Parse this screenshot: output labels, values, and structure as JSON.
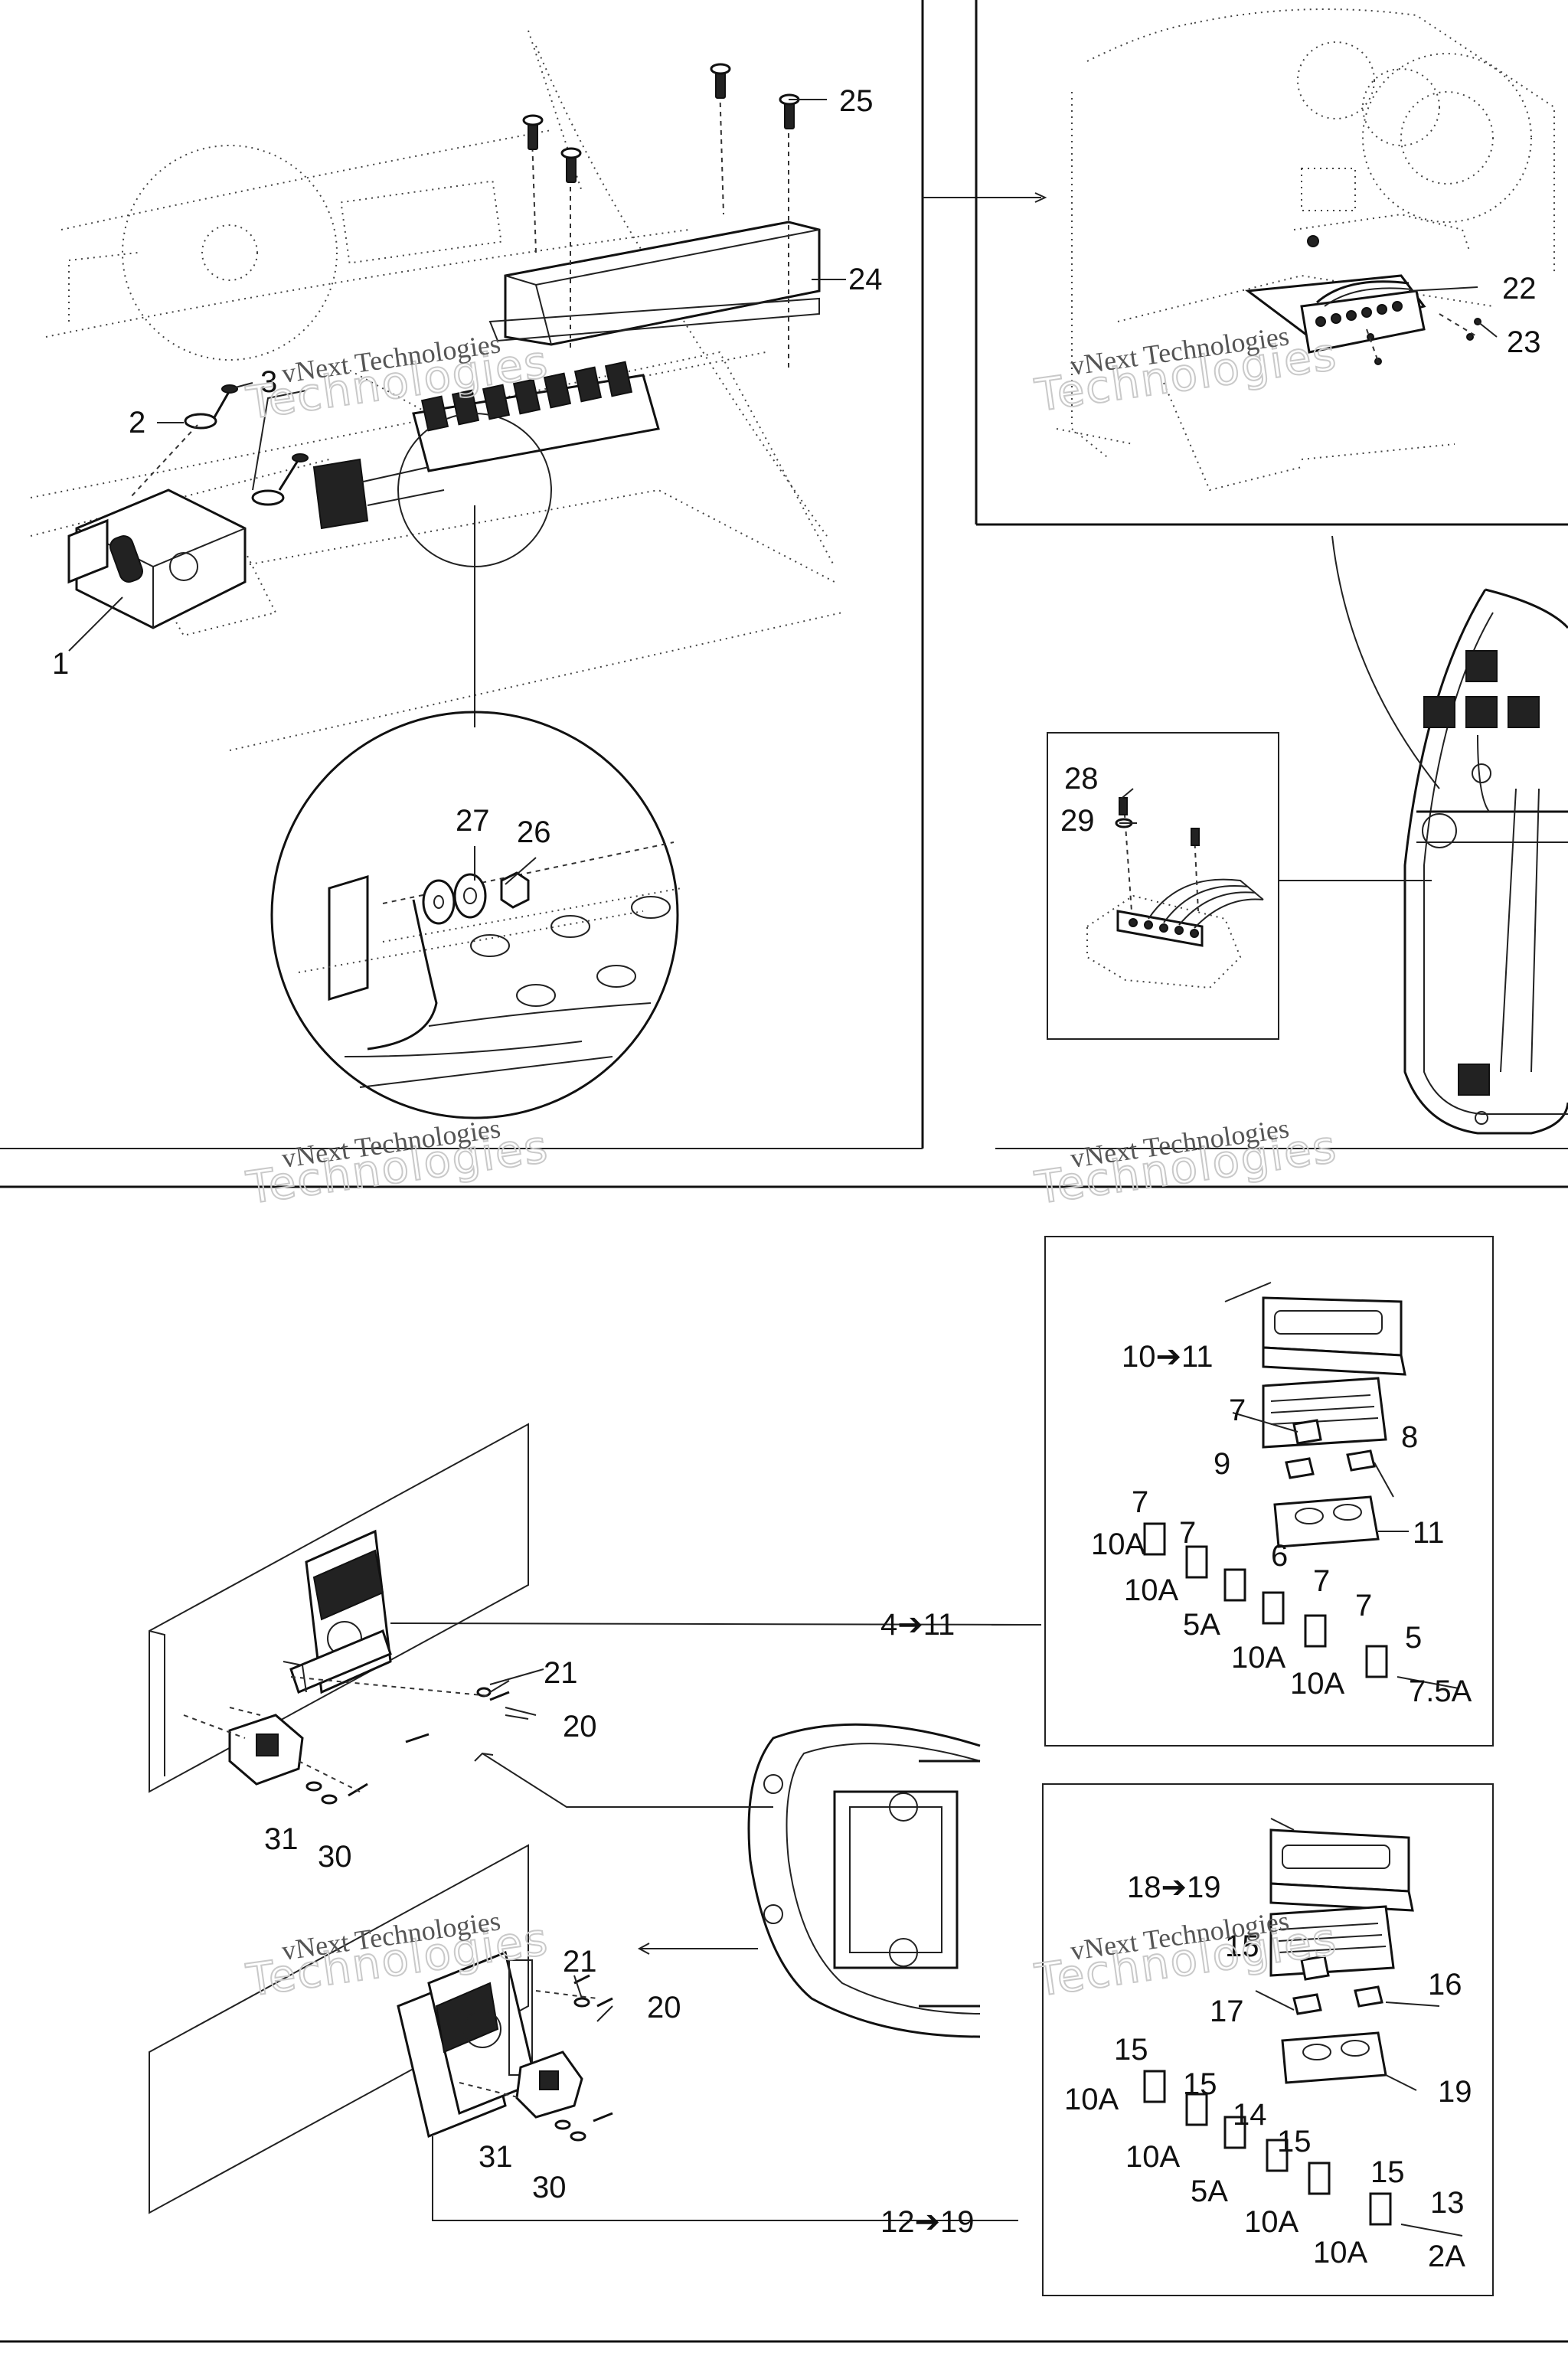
{
  "watermark": {
    "line1": "vNext Technologies",
    "line2": "Technologies"
  },
  "callouts": {
    "c1": "1",
    "c2": "2",
    "c3": "3",
    "c24": "24",
    "c25": "25",
    "c26": "26",
    "c27": "27",
    "c22": "22",
    "c23": "23",
    "c28": "28",
    "c29": "29",
    "r1": "4➔11",
    "r2": "12➔19",
    "c21a": "21",
    "c20a": "20",
    "c31a": "31",
    "c30a": "30",
    "c21b": "21",
    "c20b": "20",
    "c31b": "31",
    "c30b": "30"
  },
  "fuse_box_upper": {
    "cover": "10➔11",
    "items": [
      {
        "num": "7",
        "amp": ""
      },
      {
        "num": "9",
        "amp": ""
      },
      {
        "num": "8",
        "amp": ""
      },
      {
        "num": "11",
        "amp": ""
      },
      {
        "num": "7",
        "amp": "10A"
      },
      {
        "num": "7",
        "amp": "10A"
      },
      {
        "num": "6",
        "amp": "5A"
      },
      {
        "num": "7",
        "amp": "10A"
      },
      {
        "num": "7",
        "amp": "10A"
      },
      {
        "num": "5",
        "amp": "7.5A"
      }
    ]
  },
  "fuse_box_lower": {
    "cover": "18➔19",
    "items": [
      {
        "num": "15",
        "amp": ""
      },
      {
        "num": "17",
        "amp": ""
      },
      {
        "num": "16",
        "amp": ""
      },
      {
        "num": "19",
        "amp": ""
      },
      {
        "num": "15",
        "amp": "10A"
      },
      {
        "num": "15",
        "amp": "10A"
      },
      {
        "num": "14",
        "amp": "5A"
      },
      {
        "num": "15",
        "amp": "10A"
      },
      {
        "num": "15",
        "amp": "10A"
      },
      {
        "num": "13",
        "amp": "2A"
      }
    ]
  }
}
